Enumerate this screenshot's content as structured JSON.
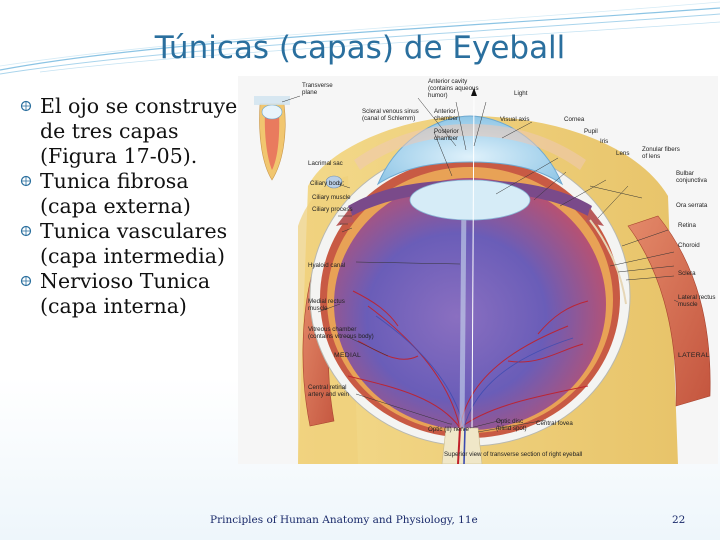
{
  "slide": {
    "title": "Túnicas (capas) de Eyeball",
    "bullets": [
      {
        "text": "El ojo se construye de tres capas (Figura 17-05).",
        "level": 0
      },
      {
        "text": " Tunica fibrosa (capa externa)",
        "level": 0
      },
      {
        "text": " Tunica vasculares (capa intermedia)",
        "level": 0
      },
      {
        "text": " Nervioso Tunica (capa interna)",
        "level": 0
      }
    ],
    "footer": "Principles of Human Anatomy and Physiology, 11e",
    "page_number": "22",
    "colors": {
      "title": "#2a6f9e",
      "bullet_icon": "#2a6f9e",
      "footer": "#1a2a6a"
    }
  },
  "figure": {
    "labels": {
      "transverse_plane": "Transverse\nplane",
      "anterior_cavity": "Anterior cavity\n(contains aqueous\nhumor)",
      "light": "Light",
      "scleral_venous_sinus": "Scleral venous sinus\n(canal of Schlemm)",
      "anterior_chamber": "Anterior\nchamber",
      "visual_axis": "Visual axis",
      "cornea": "Cornea",
      "posterior_chamber": "Posterior\nchamber",
      "pupil": "Pupil",
      "iris": "Iris",
      "lens": "Lens",
      "zonular_fibers": "Zonular fibers\nof lens",
      "lacrimal_sac": "Lacrimal sac",
      "bulbar_conjunctiva": "Bulbar\nconjunctiva",
      "ciliary_body": "Ciliary body:",
      "ciliary_muscle": "Ciliary muscle",
      "ciliary_process": "Ciliary process",
      "ora_serrata": "Ora serrata",
      "retina": "Retina",
      "choroid": "Choroid",
      "hyaloid_canal": "Hyaloid canal",
      "sclera": "Sclera",
      "medial_rectus": "Medial rectus\nmuscle",
      "lateral_rectus": "Lateral rectus\nmuscle",
      "vitreous_chamber": "Vitreous chamber\n(contains vitreous body)",
      "medial": "MEDIAL",
      "lateral": "LATERAL",
      "central_retinal": "Central retinal\nartery and vein",
      "optic_nerve": "Optic (II) nerve",
      "optic_disc": "Optic disc\n(blind spot)",
      "central_fovea": "Central fovea",
      "caption": "Superior view of transverse section of right eyeball"
    }
  }
}
